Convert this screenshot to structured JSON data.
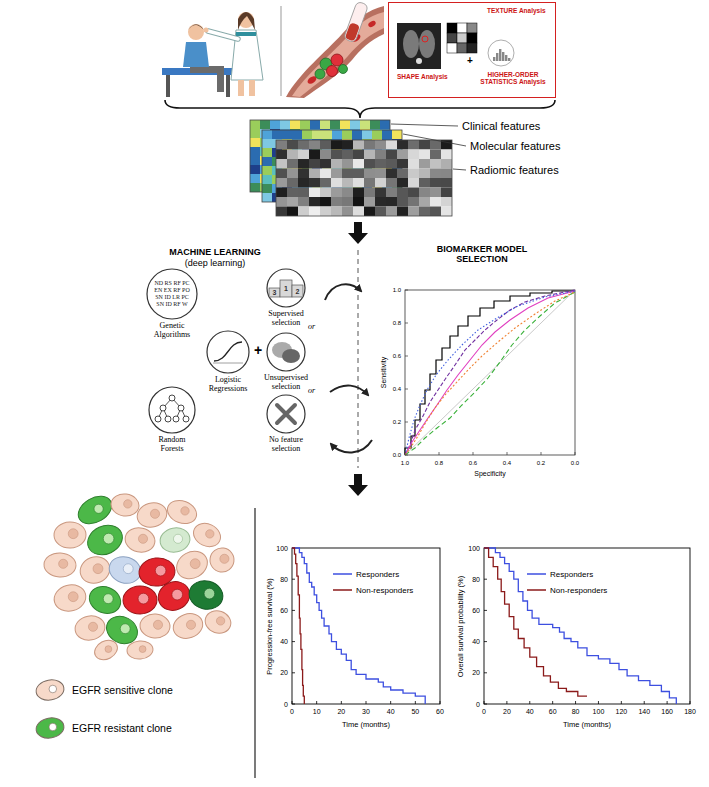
{
  "diagram": {
    "nodes": [
      {
        "text": [
          "TEXTURE Analysis",
          "SHAPE Analysis",
          "HIGHER-ORDER STATISTICS Analysis"
        ]
      },
      {
        "text": [
          "Clinical features",
          "Molecular features",
          "Radiomic features"
        ]
      },
      {
        "text": [
          "ND RS RF PC EN EX RF PO SN ID LR PC SN ID RF W",
          "Genetic Algorithms"
        ]
      },
      {
        "text": [
          "Logistic Regressions"
        ]
      },
      {
        "text": [
          "Random Forests"
        ]
      },
      {
        "text": [
          "Supervised selection"
        ]
      },
      {
        "text": [
          "Unsupervised selection"
        ]
      },
      {
        "text": [
          "No feature selection"
        ]
      }
    ],
    "labels": [
      "MACHINE LEARNING",
      "(deep learning)",
      "BIOMARKER MODEL SELECTION",
      "+",
      "+",
      "or",
      "or",
      "3",
      "1",
      "2",
      "Sensitivity",
      "Specificity",
      "1.0",
      "0.8",
      "0.6",
      "0.4",
      "0.2",
      "0.0",
      "1.0",
      "0.8",
      "0.6",
      "0.4",
      "0.2",
      "0.0",
      "Progression-free survival (%)",
      "Time (months)",
      "100",
      "80",
      "60",
      "40",
      "20",
      "0",
      "0",
      "10",
      "20",
      "30",
      "40",
      "50",
      "60",
      "Overall survival probability (%)",
      "Time (months)",
      "100",
      "80",
      "60",
      "40",
      "20",
      "0",
      "0",
      "20",
      "40",
      "60",
      "80",
      "100",
      "120",
      "140",
      "160",
      "180"
    ],
    "legend": [
      {
        "text": "EGFR sensitive clone",
        "color": "#f7d9c9"
      },
      {
        "text": "EGFR resistant clone",
        "color": "#4cb848"
      },
      {
        "text": "Responders"
      },
      {
        "text": "Non-responders"
      },
      {
        "text": "Responders"
      },
      {
        "text": "Non-responders"
      }
    ]
  }
}
